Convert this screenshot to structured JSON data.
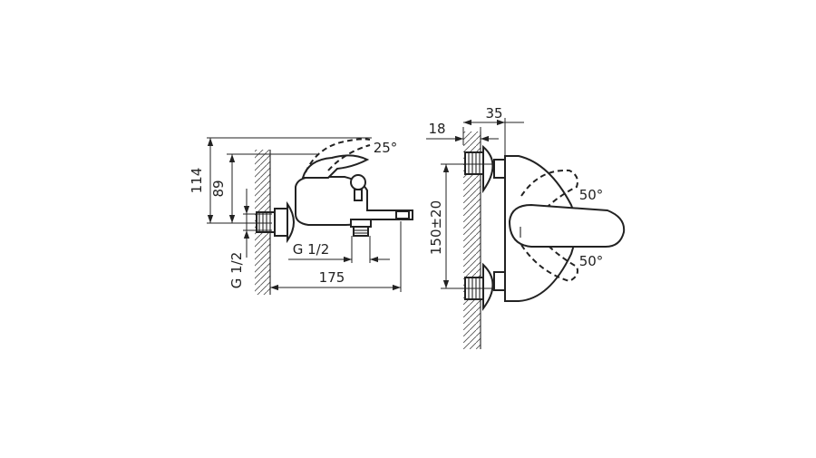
{
  "dimensions": {
    "height_total": "114",
    "height_outlet": "89",
    "angle_spout": "25°",
    "thread_side": "G 1/2",
    "thread_bottom": "G 1/2",
    "length_spout": "175",
    "wall_offset": "18",
    "body_depth": "35",
    "angle_up": "50°",
    "angle_down": "50°",
    "spacing": "150±20"
  }
}
